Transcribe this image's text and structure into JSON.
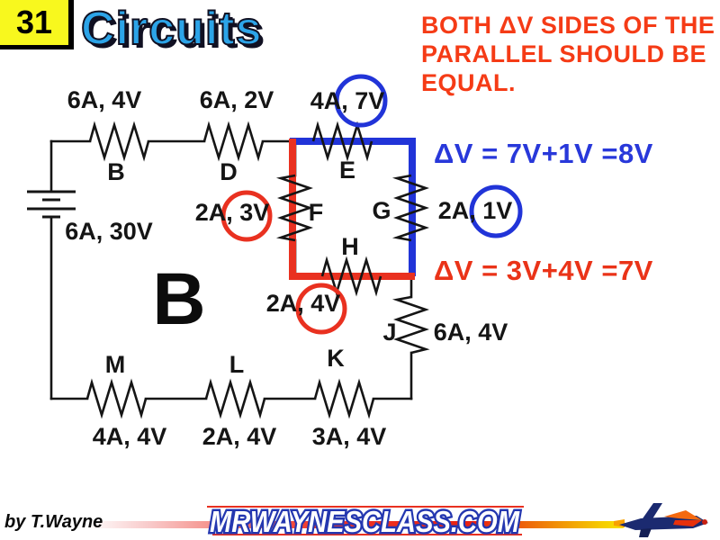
{
  "slide": {
    "number": "31",
    "title": "Circuits"
  },
  "annotation": {
    "note": "Both ΔV sides of the parallel should be equal.",
    "blue_equation": "ΔV = 7V+1V =8V",
    "red_equation": "ΔV = 3V+4V =7V"
  },
  "circuit": {
    "battery": {
      "label": "6A, 30V"
    },
    "big_letter": "B",
    "resistors": {
      "B": {
        "name": "B",
        "value": "6A, 4V"
      },
      "D": {
        "name": "D",
        "value": "6A, 2V"
      },
      "E": {
        "name": "E",
        "value": "4A, 7V",
        "circled": "7V",
        "circle_color": "blue"
      },
      "F": {
        "name": "F",
        "value": "2A, 3V",
        "circled": "3V",
        "circle_color": "red"
      },
      "G": {
        "name": "G",
        "value": "2A, 1V",
        "circled": "1V",
        "circle_color": "blue"
      },
      "H": {
        "name": "H",
        "value": "2A, 4V",
        "circled": "4V",
        "circle_color": "red"
      },
      "J": {
        "name": "J",
        "value": "6A, 4V"
      },
      "K": {
        "name": "K",
        "value": "3A, 4V"
      },
      "L": {
        "name": "L",
        "value": "2A, 4V"
      },
      "M": {
        "name": "M",
        "value": "4A, 4V"
      }
    }
  },
  "footer": {
    "credit": "by T.Wayne",
    "site": "MRWAYNESCLASS.COM"
  },
  "colors": {
    "highlight_red": "#e93120",
    "highlight_blue": "#2134d8",
    "note_red": "#f53b16",
    "equation_blue": "#2838da",
    "equation_red": "#ea3318",
    "title_blue": "#2ca4e8",
    "slide_number_bg": "#f8f81e"
  }
}
